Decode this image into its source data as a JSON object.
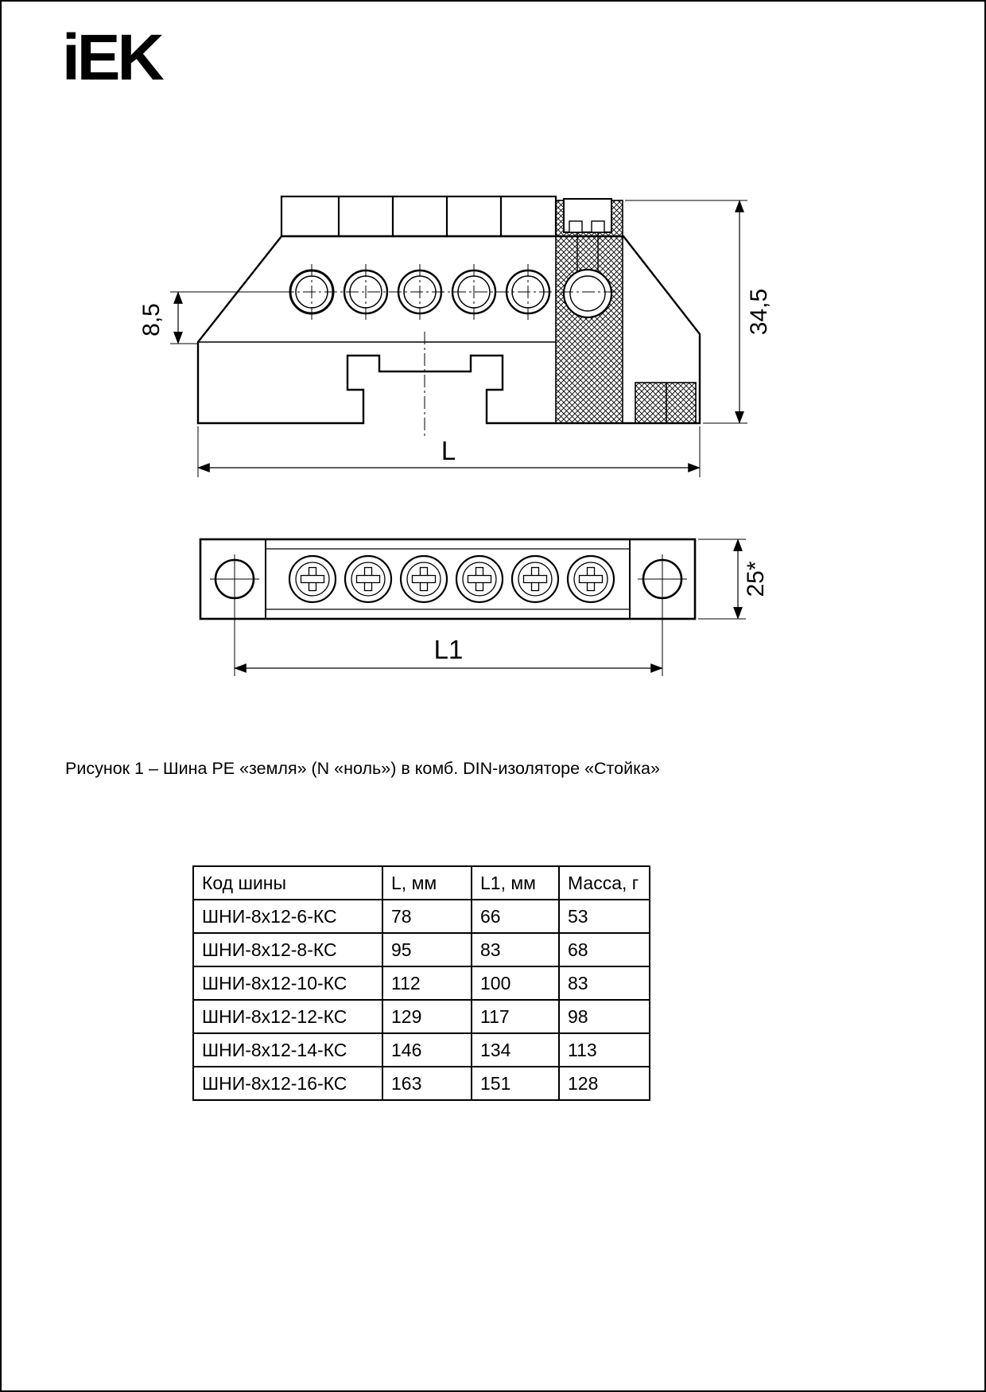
{
  "brand": {
    "logo_text": "iEK"
  },
  "figure": {
    "caption": "Рисунок 1 – Шина PE «земля» (N «ноль») в комб. DIN-изоляторе «Стойка»"
  },
  "drawing": {
    "side_view": {
      "dim_hole_offset": "8,5",
      "dim_height": "34,5",
      "dim_length": "L"
    },
    "top_view": {
      "dim_width": "25*",
      "dim_hole_spacing": "L1"
    }
  },
  "table": {
    "headers": [
      "Код шины",
      "L, мм",
      "L1, мм",
      "Масса, г"
    ],
    "rows": [
      [
        "ШНИ-8х12-6-КС",
        "78",
        "66",
        "53"
      ],
      [
        "ШНИ-8х12-8-КС",
        "95",
        "83",
        "68"
      ],
      [
        "ШНИ-8х12-10-КС",
        "112",
        "100",
        "83"
      ],
      [
        "ШНИ-8х12-12-КС",
        "129",
        "117",
        "98"
      ],
      [
        "ШНИ-8х12-14-КС",
        "146",
        "134",
        "113"
      ],
      [
        "ШНИ-8х12-16-КС",
        "163",
        "151",
        "128"
      ]
    ]
  }
}
